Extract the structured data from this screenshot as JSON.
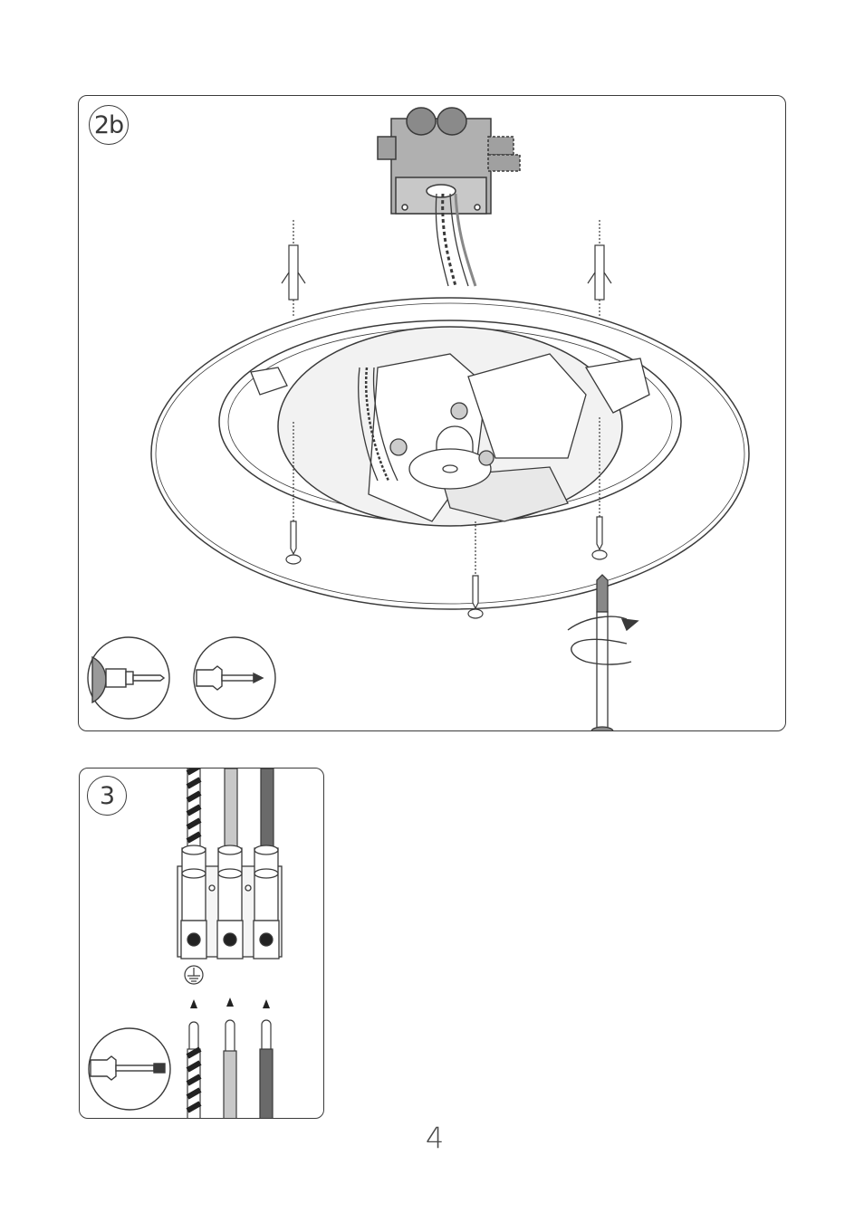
{
  "page": {
    "number": "4"
  },
  "step_2b": {
    "label": "2b"
  },
  "step_3": {
    "label": "3"
  },
  "icons": {
    "drill": "drill-icon",
    "screwdriver_phillips": "phillips-screwdriver-icon",
    "screwdriver_flat": "flat-screwdriver-icon",
    "earth": "earth-ground-icon",
    "rotate": "clockwise-rotation-icon"
  },
  "colors": {
    "line": "#3a3a3a",
    "grey_fill": "#9a9a9a",
    "light_grey": "#c8c8c8",
    "dark_grey": "#6a6a6a"
  }
}
